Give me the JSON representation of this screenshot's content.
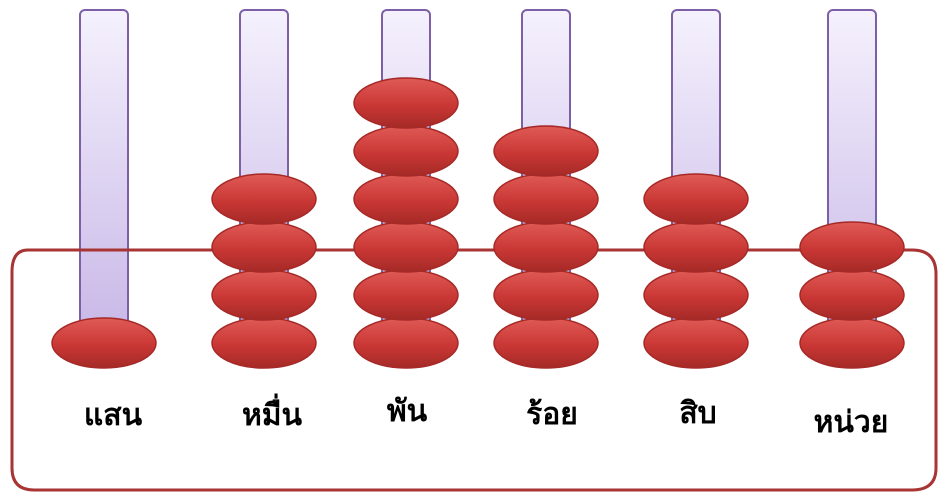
{
  "colors": {
    "rod_top": "#f5f1fd",
    "rod_bottom": "#c6b5e6",
    "rod_stroke": "#7d5fa8",
    "bead_fill": "#c93734",
    "bead_highlight": "#e05a56",
    "bead_stroke": "#a52a27",
    "frame_stroke": "#a83434"
  },
  "columns": [
    {
      "label": "แสน",
      "beads": 1
    },
    {
      "label": "หมื่น",
      "beads": 4
    },
    {
      "label": "พัน",
      "beads": 6
    },
    {
      "label": "ร้อย",
      "beads": 5
    },
    {
      "label": "สิบ",
      "beads": 4
    },
    {
      "label": "หน่วย",
      "beads": 3
    }
  ]
}
